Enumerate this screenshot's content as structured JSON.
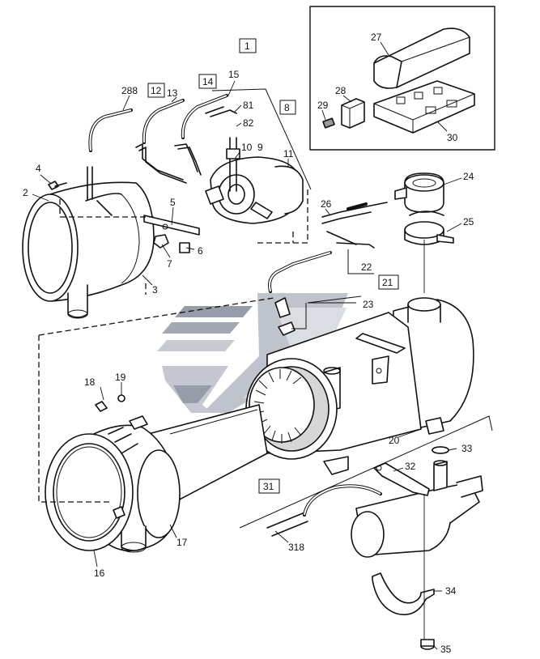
{
  "callouts": [
    {
      "id": "c288",
      "text": "288"
    },
    {
      "id": "c12",
      "text": "12",
      "boxed": true
    },
    {
      "id": "c13",
      "text": "13"
    },
    {
      "id": "c14",
      "text": "14",
      "boxed": true
    },
    {
      "id": "c15",
      "text": "15"
    },
    {
      "id": "c1",
      "text": "1",
      "boxed": true
    },
    {
      "id": "c81",
      "text": "81"
    },
    {
      "id": "c82",
      "text": "82"
    },
    {
      "id": "c8",
      "text": "8",
      "boxed": true
    },
    {
      "id": "c10",
      "text": "10"
    },
    {
      "id": "c9",
      "text": "9"
    },
    {
      "id": "c11",
      "text": "11"
    },
    {
      "id": "c4",
      "text": "4"
    },
    {
      "id": "c2",
      "text": "2"
    },
    {
      "id": "c5",
      "text": "5"
    },
    {
      "id": "c7",
      "text": "7"
    },
    {
      "id": "c6",
      "text": "6"
    },
    {
      "id": "c3",
      "text": "3"
    },
    {
      "id": "c27",
      "text": "27"
    },
    {
      "id": "c28",
      "text": "28"
    },
    {
      "id": "c29",
      "text": "29"
    },
    {
      "id": "c30",
      "text": "30"
    },
    {
      "id": "c24",
      "text": "24"
    },
    {
      "id": "c26",
      "text": "26"
    },
    {
      "id": "c25",
      "text": "25"
    },
    {
      "id": "c22",
      "text": "22"
    },
    {
      "id": "c21",
      "text": "21",
      "boxed": true
    },
    {
      "id": "c23",
      "text": "23"
    },
    {
      "id": "c18",
      "text": "18"
    },
    {
      "id": "c19",
      "text": "19"
    },
    {
      "id": "c20",
      "text": "20"
    },
    {
      "id": "c33",
      "text": "33"
    },
    {
      "id": "c32",
      "text": "32"
    },
    {
      "id": "c31",
      "text": "31",
      "boxed": true
    },
    {
      "id": "c318",
      "text": "318"
    },
    {
      "id": "c17",
      "text": "17"
    },
    {
      "id": "c16",
      "text": "16"
    },
    {
      "id": "c34",
      "text": "34"
    },
    {
      "id": "c35",
      "text": "35"
    }
  ],
  "colors": {
    "line": "#111111",
    "watermark_light": "#d3d6dc",
    "watermark_dark": "#6e7480"
  }
}
